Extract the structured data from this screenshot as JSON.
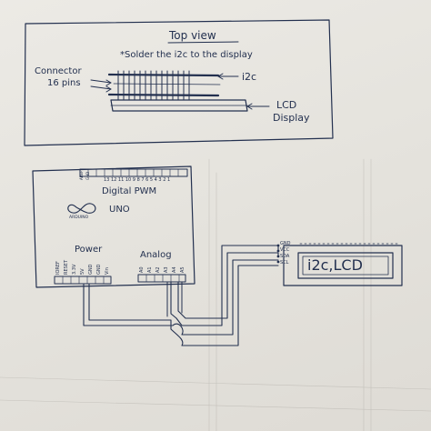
{
  "top_view": {
    "title": "Top view",
    "note": "*Solder the i2c to the display",
    "connector_label_1": "Connector",
    "connector_label_2": "16 pins",
    "i2c_label": "i2c",
    "lcd_label_1": "LCD",
    "lcd_label_2": "Display"
  },
  "arduino": {
    "digital_pins": "13 12 11 10 9 8 7 6 5 4 3 2 1",
    "aref": "AREF",
    "gnd": "GND",
    "digital_label": "Digital PWM",
    "model": "UNO",
    "logo_text": "ARDUINO",
    "power_label": "Power",
    "analog_label": "Analog",
    "power_pins": [
      "IOREF",
      "RESET",
      "3.3V",
      "5V",
      "GND",
      "GND",
      "Vin"
    ],
    "analog_pins": [
      "A0",
      "A1",
      "A2",
      "A3",
      "A4",
      "A5"
    ]
  },
  "lcd_module": {
    "pins": [
      "GND",
      "VCC",
      "SDA",
      "SCL"
    ],
    "text": "i2c,LCD"
  },
  "colors": {
    "ink": "#23304f",
    "paper": "#e6e4df"
  }
}
